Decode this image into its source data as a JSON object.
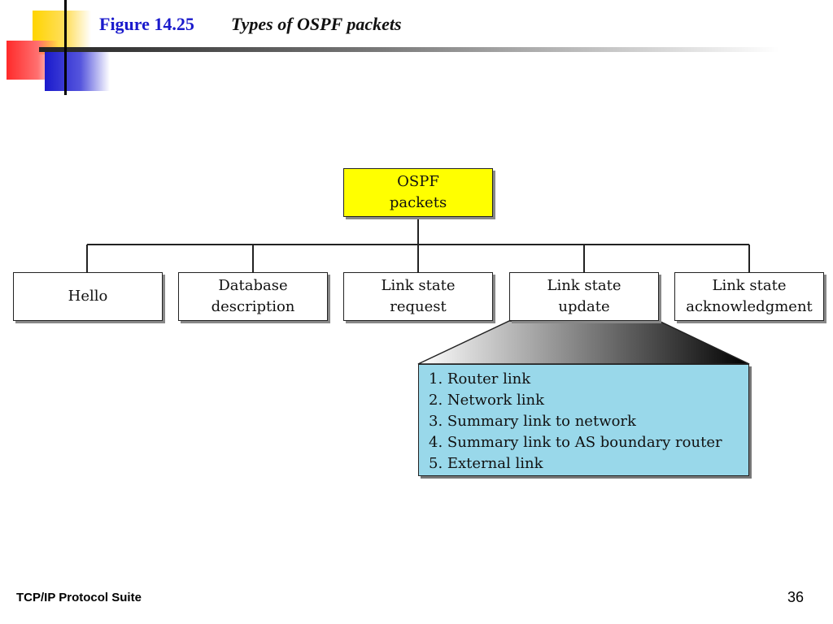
{
  "slide": {
    "figure_label": "Figure 14.25",
    "caption": "Types of OSPF packets",
    "footer": "TCP/IP Protocol Suite",
    "page_number": "36"
  },
  "diagram": {
    "root": {
      "line1": "OSPF",
      "line2": "packets",
      "color": "#ffff00"
    },
    "children": [
      {
        "line1": "Hello",
        "line2": ""
      },
      {
        "line1": "Database",
        "line2": "description"
      },
      {
        "line1": "Link state",
        "line2": "request"
      },
      {
        "line1": "Link state",
        "line2": "update"
      },
      {
        "line1": "Link state",
        "line2": "acknowledgment"
      }
    ],
    "update_types": [
      "1. Router link",
      "2. Network link",
      "3. Summary link to network",
      "4. Summary link to AS boundary router",
      "5. External link"
    ],
    "update_types_color": "#99d8ea"
  }
}
